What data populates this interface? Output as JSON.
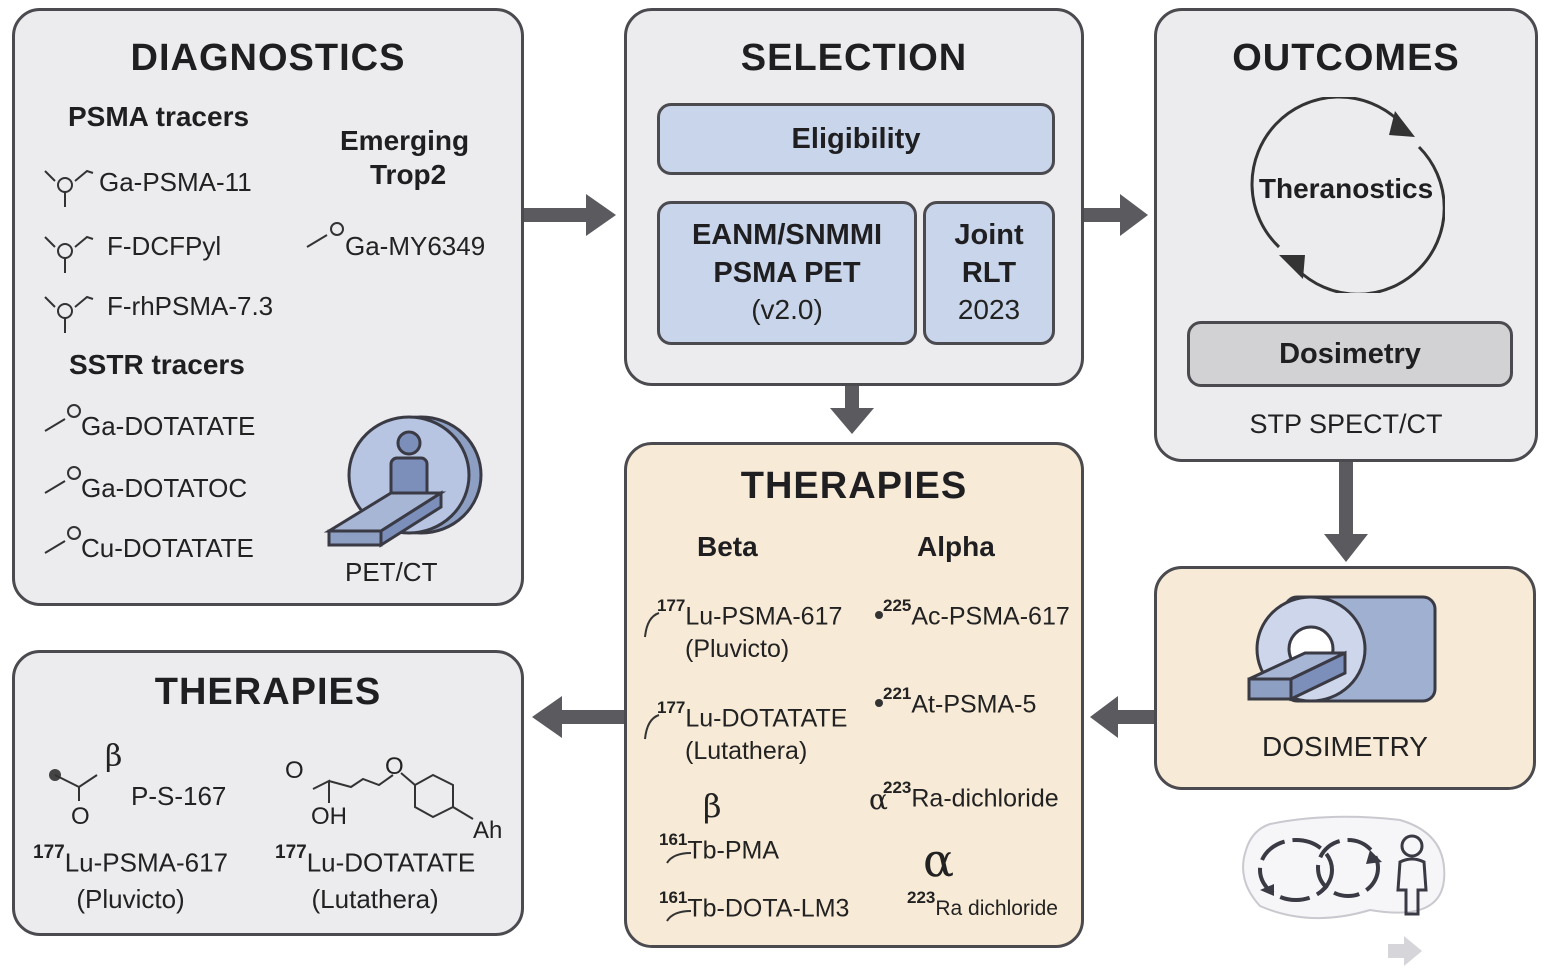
{
  "diagnostics": {
    "title": "DIAGNOSTICS",
    "psma_heading": "PSMA tracers",
    "psma_items": [
      "Ga-PSMA-11",
      "F-DCFPyl",
      "F-rhPSMA-7.3"
    ],
    "emerging_heading_line1": "Emerging",
    "emerging_heading_line2": "Trop2",
    "emerging_item": "Ga-MY6349",
    "sstr_heading": "SSTR tracers",
    "sstr_items": [
      "Ga-DOTATATE",
      "Ga-DOTATOC",
      "Cu-DOTATATE"
    ],
    "scanner_label": "PET/CT"
  },
  "selection": {
    "title": "SELECTION",
    "eligibility": "Eligibility",
    "guideline_line1": "EANM/SNMMI",
    "guideline_line2": "PSMA PET",
    "guideline_line3": "(v2.0)",
    "joint_line1": "Joint",
    "joint_line2": "RLT",
    "joint_line3": "2023"
  },
  "outcomes": {
    "title": "OUTCOMES",
    "cycle_label": "Theranostics",
    "dosimetry_button": "Dosimetry",
    "method": "STP SPECT/CT"
  },
  "therapies_main": {
    "title": "THERAPIES",
    "beta_heading": "Beta",
    "alpha_heading": "Alpha",
    "beta_items": [
      {
        "iso": "177",
        "name": "Lu-PSMA-617",
        "brand": "(Pluvicto)"
      },
      {
        "iso": "177",
        "name": "Lu-DOTATATE",
        "brand": "(Lutathera)"
      }
    ],
    "beta_symbol": "β",
    "beta_extra": [
      {
        "iso": "161",
        "name": "Tb-PMA"
      },
      {
        "iso": "161",
        "name": "Tb-DOTA-LM3"
      }
    ],
    "alpha_items": [
      {
        "iso": "225",
        "name": "Ac-PSMA-617"
      },
      {
        "iso": "221",
        "name": "At-PSMA-5"
      }
    ],
    "alpha_small_symbol": "α",
    "alpha_ra": {
      "iso": "223",
      "name": "Ra-dichloride"
    },
    "alpha_big_symbol": "α",
    "alpha_ra2": {
      "iso": "223",
      "name": "Ra dichloride"
    }
  },
  "therapies_left": {
    "title": "THERAPIES",
    "beta_symbol": "β",
    "compound": "P-S-167",
    "mol_o": "O",
    "mol_oh": "OH",
    "mol_ah": "Ah",
    "item1": {
      "iso": "177",
      "name": "Lu-PSMA-617",
      "brand": "(Pluvicto)"
    },
    "item2": {
      "iso": "177",
      "name": "Lu-DOTATATE",
      "brand": "(Lutathera)"
    }
  },
  "dosimetry_panel": {
    "label": "DOSIMETRY"
  },
  "colors": {
    "panel_gray": "#ecebee",
    "panel_warm": "#f7ead6",
    "box_blue": "#c9d5ea",
    "arrow": "#5a5a5f",
    "scanner_blue": "#9fb0d0"
  }
}
